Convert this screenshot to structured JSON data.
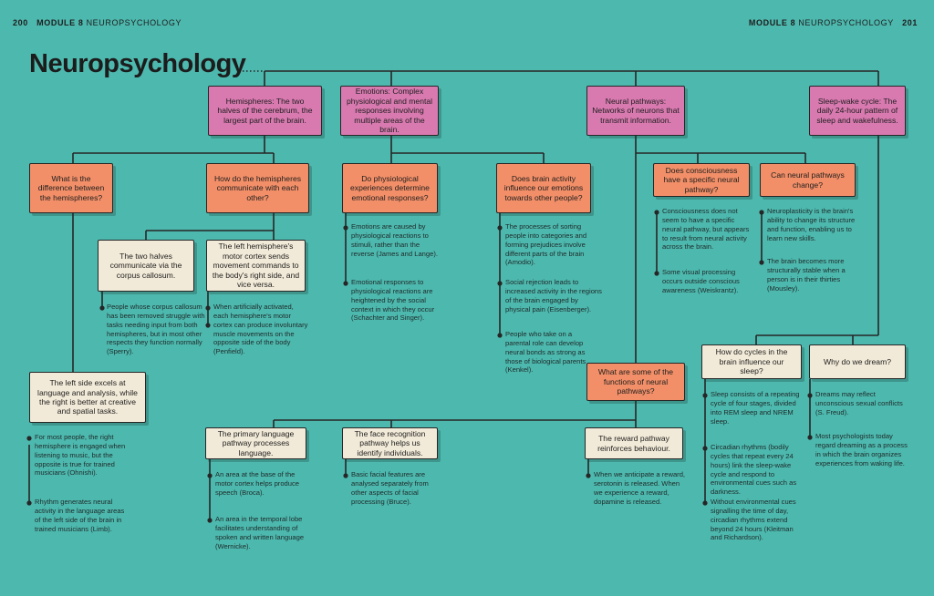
{
  "header": {
    "left_page": "200",
    "left_module": "MODULE 8",
    "left_topic": "NEUROPSYCHOLOGY",
    "right_module": "MODULE 8",
    "right_topic": "NEUROPSYCHOLOGY",
    "right_page": "201"
  },
  "title": "Neuropsychology",
  "boxes": {
    "hemispheres": "Hemispheres: The two halves of the cerebrum, the largest part of the brain.",
    "emotions": "Emotions: Complex physiological and mental responses involving multiple areas of the brain.",
    "neural": "Neural pathways: Networks of neurons that transmit information.",
    "sleep": "Sleep-wake cycle: The daily 24-hour pattern of sleep and wakefulness.",
    "difference": "What is the difference between the hemispheres?",
    "communicate": "How do the hemispheres communicate with each other?",
    "physio": "Do physiological experiences determine emotional responses?",
    "brainact": "Does brain activity influence our emotions towards other people?",
    "conscious": "Does consciousness have a specific neural pathway?",
    "change": "Can neural pathways change?",
    "twohalves": "The two halves communicate via the corpus callosum.",
    "motor": "The left hemisphere's motor cortex sends movement commands to the body's right side, and vice versa.",
    "leftside": "The left side excels at language and analysis, while the right is better at creative and spatial tasks.",
    "language": "The primary language pathway processes language.",
    "face": "The face recognition pathway helps us identify individuals.",
    "functions": "What are some of the functions of neural pathways?",
    "reward": "The reward pathway reinforces behaviour.",
    "cycles": "How do cycles in the brain influence our sleep?",
    "dream": "Why do we dream?"
  },
  "notes": {
    "callosum": "People whose corpus callosum has been removed struggle with tasks needing input from both hemispheres, but in most other respects they function normally (Sperry).",
    "penfield": "When artificially activated, each hemisphere's motor cortex can produce involuntary muscle movements on the opposite side of the body (Penfield).",
    "ohnishi": "For most people, the right hemisphere is engaged when listening to music, but the opposite is true for trained musicians (Ohnishi).",
    "limb": "Rhythm generates neural activity in the language areas of the left side of the brain in trained musicians (Limb).",
    "jameslange": "Emotions are caused by physiological reactions to stimuli, rather than the reverse (James and Lange).",
    "schachter": "Emotional responses to physiological reactions are heightened by the social context in which they occur (Schachter and Singer).",
    "amodio": "The processes of sorting people into categories and forming prejudices involve different parts of the brain (Amodio).",
    "eisenberger": "Social rejection leads to increased activity in the regions of the brain engaged by physical pain (Eisenberger).",
    "kenkel": "People who take on a parental role can develop neural bonds as strong as those of biological parents (Kenkel).",
    "nospecific": "Consciousness does not seem to have a specific neural pathway, but appears to result from neural activity across the brain.",
    "weiskrantz": "Some visual processing occurs outside conscious awareness (Weiskrantz).",
    "neuroplasticity": "Neuroplasticity is the brain's ability to change its structure and function, enabling us to learn new skills.",
    "mousley": "The brain becomes more structurally stable when a person is in their thirties (Mousley).",
    "broca": "An area at the base of the motor cortex helps produce speech (Broca).",
    "wernicke": "An area in the temporal lobe facilitates understanding of spoken and written language (Wernicke).",
    "bruce": "Basic facial features are analysed separately from other aspects of facial processing (Bruce).",
    "serotonin": "When we anticipate a reward, serotonin is released. When we experience a reward, dopamine is released.",
    "stages": "Sleep consists of a repeating cycle of four stages, divided into REM sleep and NREM sleep.",
    "circadian": "Circadian rhythms (bodily cycles that repeat every 24 hours) link the sleep-wake cycle and respond to environmental cues such as darkness.",
    "kleitman": "Without environmental cues signalling the time of day, circadian rhythms extend beyond 24 hours (Kleitman and Richardson).",
    "freud": "Dreams may reflect unconscious sexual conflicts (S. Freud).",
    "waking": "Most psychologists today regard dreaming as a process in which the brain organizes experiences from waking life."
  },
  "colors": {
    "background": "#4db8ae",
    "pink": "#d87ab0",
    "orange": "#f28f68",
    "cream": "#f2ead8",
    "line": "#262626"
  }
}
